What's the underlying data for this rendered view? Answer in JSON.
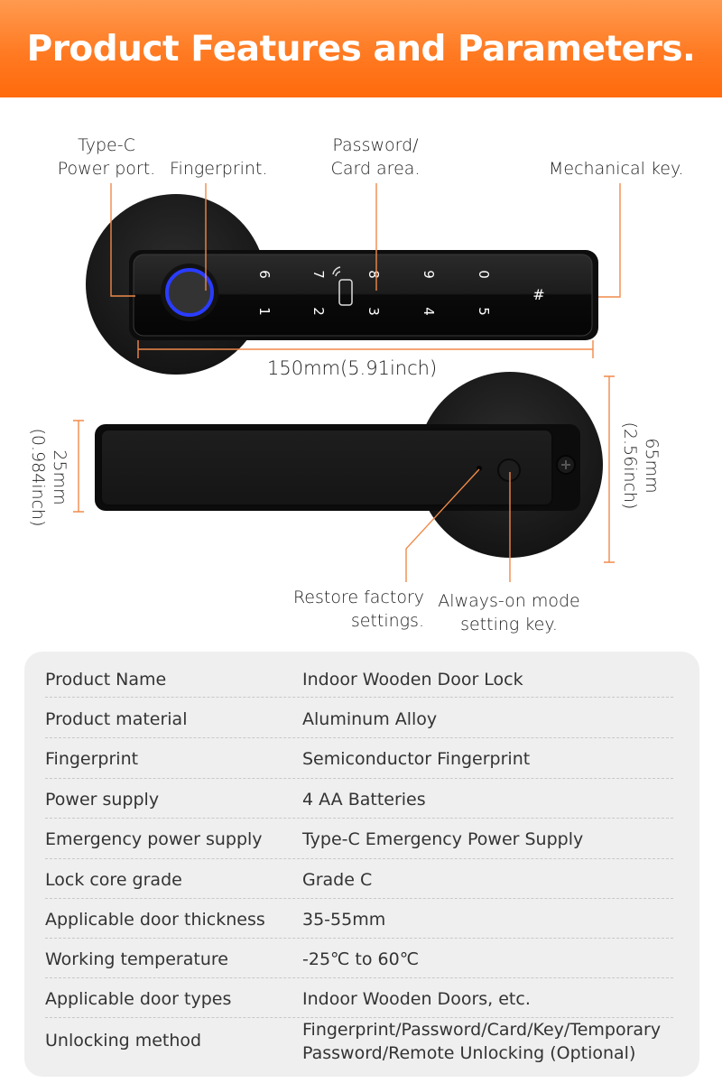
{
  "header": {
    "title": "Product Features and Parameters.",
    "background_color": "#ff7a22"
  },
  "diagram": {
    "accent_color": "#f08a4b",
    "labels": {
      "type_c_line1": "Type-C",
      "type_c_line2": "Power port.",
      "fingerprint": "Fingerprint.",
      "password_line1": "Password/",
      "password_line2": "Card area.",
      "mechanical_key": "Mechanical key.",
      "restore_line1": "Restore factory",
      "restore_line2": "settings.",
      "always_on_line1": "Always-on mode",
      "always_on_line2": "setting key."
    },
    "dimensions": {
      "length": "150mm(5.91inch)",
      "handle_height_mm": "25mm",
      "handle_height_in": "(0.984inch)",
      "rosette_mm": "65mm",
      "rosette_in": "(2.56inch)"
    },
    "keypad": {
      "top_row": [
        "6",
        "7",
        "8",
        "9",
        "0"
      ],
      "bottom_row": [
        "1",
        "2",
        "3",
        "4",
        "5"
      ],
      "hash_key": "#"
    },
    "fingerprint_ring_color": "#2a3cff"
  },
  "specs": {
    "rows": [
      {
        "key": "Product Name",
        "value": "Indoor Wooden Door Lock"
      },
      {
        "key": "Product material",
        "value": "Aluminum Alloy"
      },
      {
        "key": "Fingerprint",
        "value": "Semiconductor Fingerprint"
      },
      {
        "key": "Power supply",
        "value": "4 AA Batteries"
      },
      {
        "key": "Emergency power supply",
        "value": "Type-C Emergency Power Supply"
      },
      {
        "key": "Lock core grade",
        "value": "Grade C"
      },
      {
        "key": "Applicable door thickness",
        "value": "35-55mm"
      },
      {
        "key": "Working temperature",
        "value": "-25℃ to 60℃"
      },
      {
        "key": "Applicable door types",
        "value": "Indoor Wooden Doors, etc."
      },
      {
        "key": "Unlocking method",
        "value_line1": "Fingerprint/Password/Card/Key/Temporary",
        "value_line2": "Password/Remote Unlocking (Optional)"
      }
    ]
  }
}
